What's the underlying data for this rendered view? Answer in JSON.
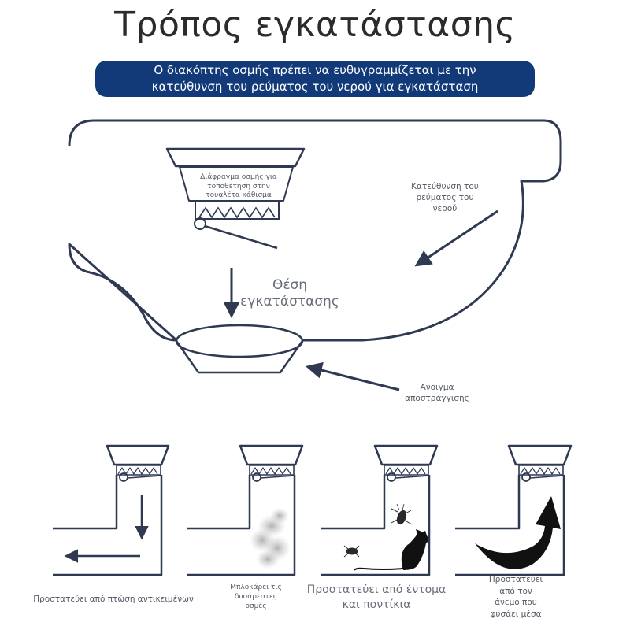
{
  "title": "Τρόπος εγκατάστασης",
  "banner": {
    "line1": "Ο διακόπτης οσμής πρέπει να ευθυγραμμίζεται με την",
    "line2": "κατεύθυνση του ρεύματος του νερού για εγκατάσταση"
  },
  "main_diagram": {
    "diaphragm_label": [
      "Διάφραγμα οσμής για",
      "τοποθέτηση στην",
      "τουαλέτα κάθισμα"
    ],
    "install_position": [
      "Θέση",
      "εγκατάστασης"
    ],
    "water_flow": [
      "Κατεύθυνση του",
      "ρεύματος του",
      "νερού"
    ],
    "drain_opening": [
      "Ανοιγμα",
      "αποστράγγισης"
    ]
  },
  "panels": [
    {
      "caption": [
        "Προστατεύει από πτώση αντικειμένων"
      ]
    },
    {
      "caption": [
        "Μπλοκάρει τις",
        "δυσάρεστες",
        "οσμές"
      ]
    },
    {
      "caption": [
        "Προστατεύει από έντομα",
        "και ποντίκια"
      ]
    },
    {
      "caption": [
        "Προστατεύει",
        "από τον",
        "άνεμο που",
        "φυσάει μέσα"
      ]
    }
  ],
  "colors": {
    "line": "#2f3a52",
    "banner": "#123a78",
    "text": "#555a66"
  }
}
